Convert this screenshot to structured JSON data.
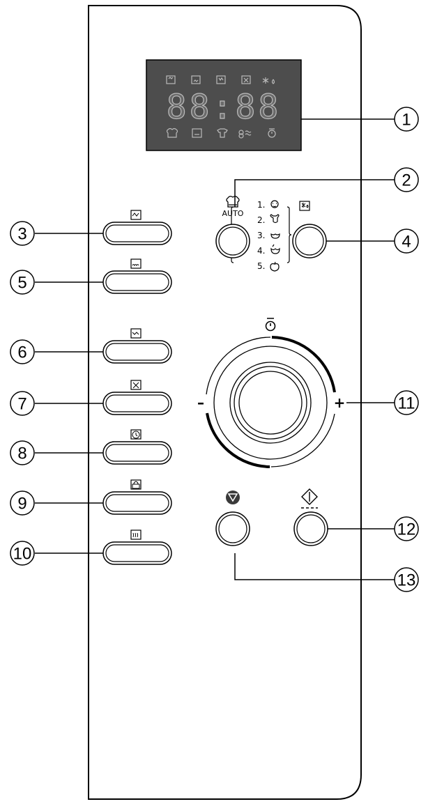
{
  "display": {
    "digits": "88:88",
    "top_icons": [
      "oven-top-heat-icon",
      "oven-bottom-heat-icon",
      "oven-grill-heat-icon",
      "fan-icon",
      "defrost-icon"
    ],
    "bottom_icons": [
      "chef-hat-icon",
      "oven-dish-icon",
      "shirt-icon",
      "fan-steam-icon",
      "timer-icon"
    ]
  },
  "auto_menu": {
    "label": "AUTO",
    "items": [
      {
        "number": "1.",
        "icon": "fish-icon"
      },
      {
        "number": "2.",
        "icon": "cow-icon"
      },
      {
        "number": "3.",
        "icon": "chicken-icon"
      },
      {
        "number": "4.",
        "icon": "bird-icon"
      },
      {
        "number": "5.",
        "icon": "apple-icon"
      }
    ]
  },
  "dial": {
    "minus": "–",
    "plus": "+",
    "icon": "timer-icon"
  },
  "left_buttons": [
    {
      "callout": "3",
      "icon": "top-heat-icon"
    },
    {
      "callout": "5",
      "icon": "bottom-heat-icon"
    },
    {
      "callout": "6",
      "icon": "top-bottom-heat-icon"
    },
    {
      "callout": "7",
      "icon": "fan-icon"
    },
    {
      "callout": "8",
      "icon": "clock-icon"
    },
    {
      "callout": "9",
      "icon": "pot-icon"
    },
    {
      "callout": "10",
      "icon": "warm-icon"
    }
  ],
  "callouts": {
    "display": "1",
    "auto": "2",
    "defrost": "4",
    "dial": "11",
    "start": "12",
    "stop": "13"
  }
}
